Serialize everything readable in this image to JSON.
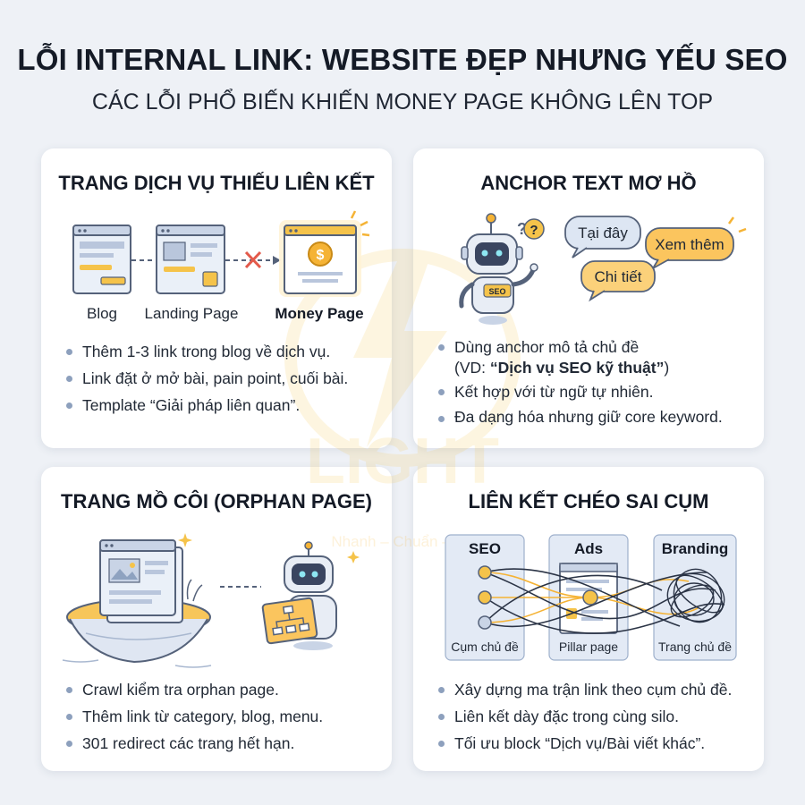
{
  "header": {
    "title": "LỖI INTERNAL LINK: WEBSITE ĐẸP NHƯNG YẾU SEO",
    "subtitle": "CÁC LỖI PHỔ BIẾN KHIẾN MONEY PAGE KHÔNG LÊN TOP"
  },
  "cards": [
    {
      "title": "TRANG DỊCH VỤ THIẾU LIÊN KẾT",
      "labels": [
        "Blog",
        "Landing Page",
        "Money Page"
      ],
      "bullets": [
        "Thêm 1-3 link trong blog về dịch vụ.",
        "Link đặt ở mở bài, pain point, cuối bài.",
        "Template “Giải pháp liên quan”."
      ]
    },
    {
      "title": "ANCHOR TEXT MƠ HỒ",
      "robot_badge": "SEO",
      "bubbles": [
        "Tại đây",
        "Xem thêm",
        "Chi tiết"
      ],
      "bullets": [
        "Dùng anchor mô tả chủ đề",
        "(VD: ",
        "“Dịch vụ SEO kỹ thuật”",
        ")",
        "Kết hợp với từ ngữ tự nhiên.",
        "Đa dạng hóa nhưng giữ core keyword."
      ]
    },
    {
      "title": "TRANG MỒ CÔI (ORPHAN PAGE)",
      "bullets": [
        "Crawl kiểm tra orphan page.",
        "Thêm link từ category, blog, menu.",
        "301 redirect các trang hết hạn."
      ]
    },
    {
      "title": "LIÊN KẾT CHÉO SAI CỤM",
      "columns": [
        {
          "head": "SEO",
          "foot": "Cụm chủ đề"
        },
        {
          "head": "Ads",
          "foot": "Pillar page"
        },
        {
          "head": "Branding",
          "foot": "Trang chủ đề"
        }
      ],
      "bullets": [
        "Xây dựng ma trận link theo cụm chủ đề.",
        "Liên kết dày đặc trong cùng silo.",
        "Tối ưu block “Dịch vụ/Bài viết khác”."
      ]
    }
  ],
  "watermark": {
    "word": "LIGHT",
    "tagline": "Nhanh – Chuẩn – Đẹp"
  },
  "colors": {
    "accent": "#f5b335",
    "outline": "#55627a",
    "panel": "#dfe6f2",
    "background": "#eef1f6"
  }
}
